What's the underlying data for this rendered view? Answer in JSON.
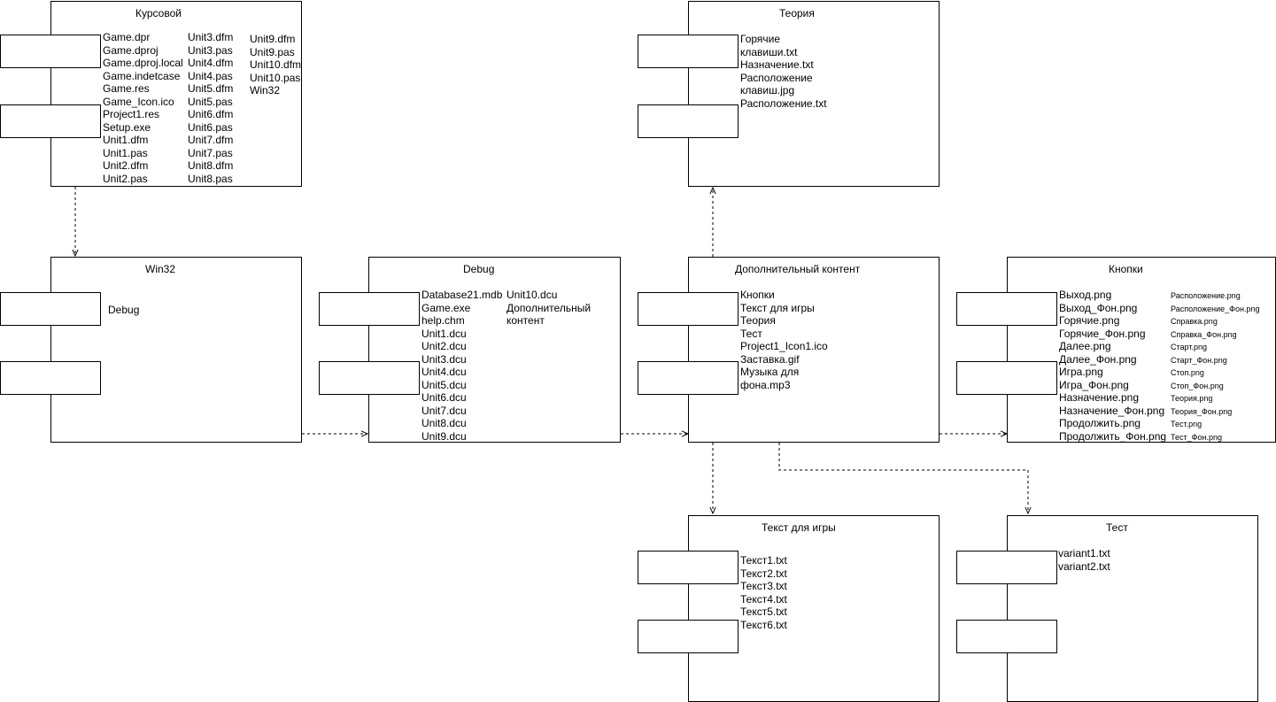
{
  "diagram": {
    "nodes": {
      "kursovoy": {
        "title": "Курсовой",
        "columns": [
          [
            "Game.dpr",
            "Game.dproj",
            "Game.dproj.local",
            "Game.indetcase",
            "Game.res",
            "Game_Icon.ico",
            "Project1.res",
            "Setup.exe",
            "Unit1.dfm",
            "Unit1.pas",
            "Unit2.dfm",
            "Unit2.pas"
          ],
          [
            "Unit3.dfm",
            "Unit3.pas",
            "Unit4.dfm",
            "Unit4.pas",
            "Unit5.dfm",
            "Unit5.pas",
            "Unit6.dfm",
            "Unit6.pas",
            "Unit7.dfm",
            "Unit7.pas",
            "Unit8.dfm",
            "Unit8.pas"
          ],
          [
            "Unit9.dfm",
            "Unit9.pas",
            "Unit10.dfm",
            "Unit10.pas",
            "Win32"
          ]
        ]
      },
      "win32": {
        "title": "Win32",
        "columns": [
          [
            "Debug"
          ]
        ]
      },
      "debug": {
        "title": "Debug",
        "columns": [
          [
            "Database21.mdb",
            "Game.exe",
            "help.chm",
            "Unit1.dcu",
            "Unit2.dcu",
            "Unit3.dcu",
            "Unit4.dcu",
            "Unit5.dcu",
            "Unit6.dcu",
            "Unit7.dcu",
            "Unit8.dcu",
            "Unit9.dcu"
          ],
          [
            "Unit10.dcu",
            "Дополнительный",
            "контент"
          ]
        ]
      },
      "extra": {
        "title": "Дополнительный контент",
        "columns": [
          [
            "Кнопки",
            "Текст для игры",
            "Теория",
            "Тест",
            "Project1_Icon1.ico",
            "Заставка.gif",
            "Музыка для",
            "фона.mp3"
          ]
        ]
      },
      "theory": {
        "title": "Теория",
        "columns": [
          [
            "Горячие",
            "клавиши.txt",
            "Назначение.txt",
            "Расположение",
            "клавиш.jpg",
            "Расположение.txt"
          ]
        ]
      },
      "buttons": {
        "title": "Кнопки",
        "columns": [
          [
            "Выход.png",
            "Выход_Фон.png",
            "Горячие.png",
            "Горячие_Фон.png",
            "Далее.png",
            "Далее_Фон.png",
            "Игра.png",
            "Игра_Фон.png",
            "Назначение.png",
            "Назначение_Фон.png",
            "Продолжить.png",
            "Продолжить_Фон.png"
          ],
          [
            "Расположение.png",
            "Расположение_Фон.png",
            "Справка.png",
            "Справка_Фон.png",
            "Старт.png",
            "Старт_Фон.png",
            "Стоп.png",
            "Стоп_Фон.png",
            "Теория.png",
            "Теория_Фон.png",
            "Тест.png",
            "Тест_Фон.png"
          ]
        ]
      },
      "gametext": {
        "title": "Текст для игры",
        "columns": [
          [
            "Текст1.txt",
            "Текст2.txt",
            "Текст3.txt",
            "Текст4.txt",
            "Текст5.txt",
            "Текст6.txt"
          ]
        ]
      },
      "test": {
        "title": "Тест",
        "columns": [
          [
            "variant1.txt",
            "variant2.txt"
          ]
        ]
      }
    },
    "edges": [
      {
        "from": "kursovoy",
        "to": "win32"
      },
      {
        "from": "win32",
        "to": "debug"
      },
      {
        "from": "debug",
        "to": "extra"
      },
      {
        "from": "extra",
        "to": "theory"
      },
      {
        "from": "extra",
        "to": "buttons"
      },
      {
        "from": "extra",
        "to": "gametext"
      },
      {
        "from": "extra",
        "to": "test"
      }
    ],
    "colors": {
      "stroke": "#000000",
      "fill": "#ffffff"
    }
  }
}
